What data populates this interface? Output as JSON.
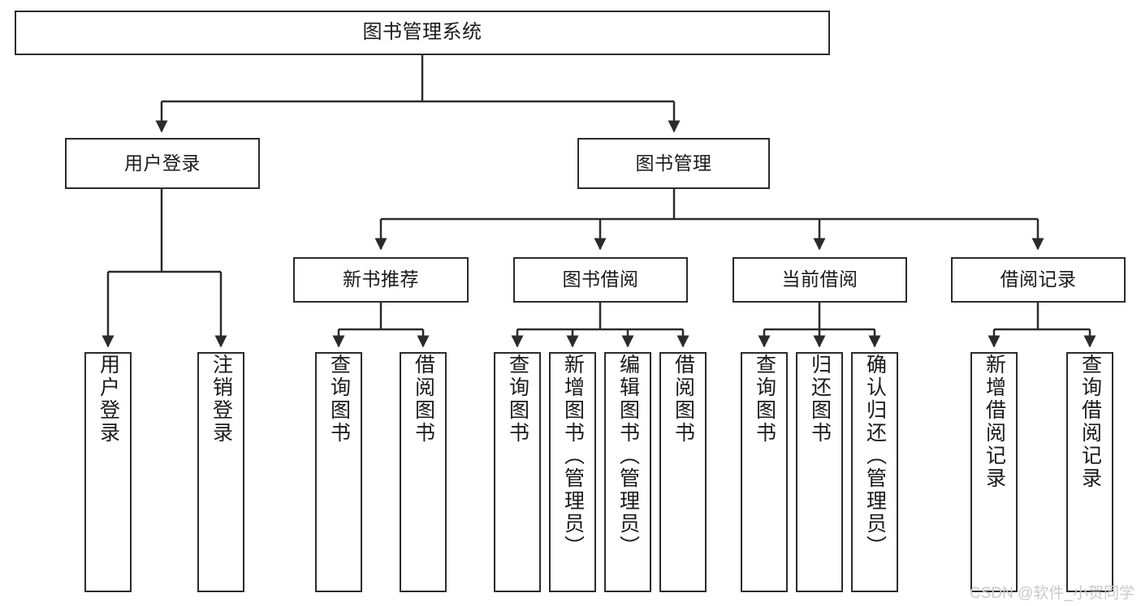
{
  "diagram": {
    "type": "hierarchy-tree",
    "title": "图书管理系统",
    "root": {
      "id": "root",
      "label": "图书管理系统"
    },
    "level2": [
      {
        "id": "user-login",
        "label": "用户登录"
      },
      {
        "id": "book-management",
        "label": "图书管理"
      }
    ],
    "level3": [
      {
        "id": "new-book-recommend",
        "label": "新书推荐",
        "parent": "book-management"
      },
      {
        "id": "book-borrow",
        "label": "图书借阅",
        "parent": "book-management"
      },
      {
        "id": "current-borrow",
        "label": "当前借阅",
        "parent": "book-management"
      },
      {
        "id": "borrow-record",
        "label": "借阅记录",
        "parent": "book-management"
      }
    ],
    "leaves": [
      {
        "id": "leaf-user-login",
        "label": "用户登录",
        "parent": "user-login"
      },
      {
        "id": "leaf-logout-login",
        "label": "注销登录",
        "parent": "user-login"
      },
      {
        "id": "leaf-query-book-1",
        "label": "查询图书",
        "parent": "new-book-recommend"
      },
      {
        "id": "leaf-borrow-book-1",
        "label": "借阅图书",
        "parent": "new-book-recommend"
      },
      {
        "id": "leaf-query-book-2",
        "label": "查询图书",
        "parent": "book-borrow"
      },
      {
        "id": "leaf-add-book",
        "label": "新增图书（管理员）",
        "parent": "book-borrow"
      },
      {
        "id": "leaf-edit-book",
        "label": "编辑图书（管理员）",
        "parent": "book-borrow"
      },
      {
        "id": "leaf-borrow-book-2",
        "label": "借阅图书",
        "parent": "book-borrow"
      },
      {
        "id": "leaf-query-book-3",
        "label": "查询图书",
        "parent": "current-borrow"
      },
      {
        "id": "leaf-return-book",
        "label": "归还图书",
        "parent": "current-borrow"
      },
      {
        "id": "leaf-confirm-return",
        "label": "确认归还（管理员）",
        "parent": "current-borrow"
      },
      {
        "id": "leaf-add-record",
        "label": "新增借阅记录",
        "parent": "borrow-record"
      },
      {
        "id": "leaf-query-record",
        "label": "查询借阅记录",
        "parent": "borrow-record"
      }
    ]
  },
  "watermark": {
    "text": "CSDN @软件_小贺同学"
  },
  "colors": {
    "stroke": "#2b2b2b",
    "text": "#1a1a1a",
    "background": "#ffffff",
    "watermark": "#c9c9c9"
  }
}
